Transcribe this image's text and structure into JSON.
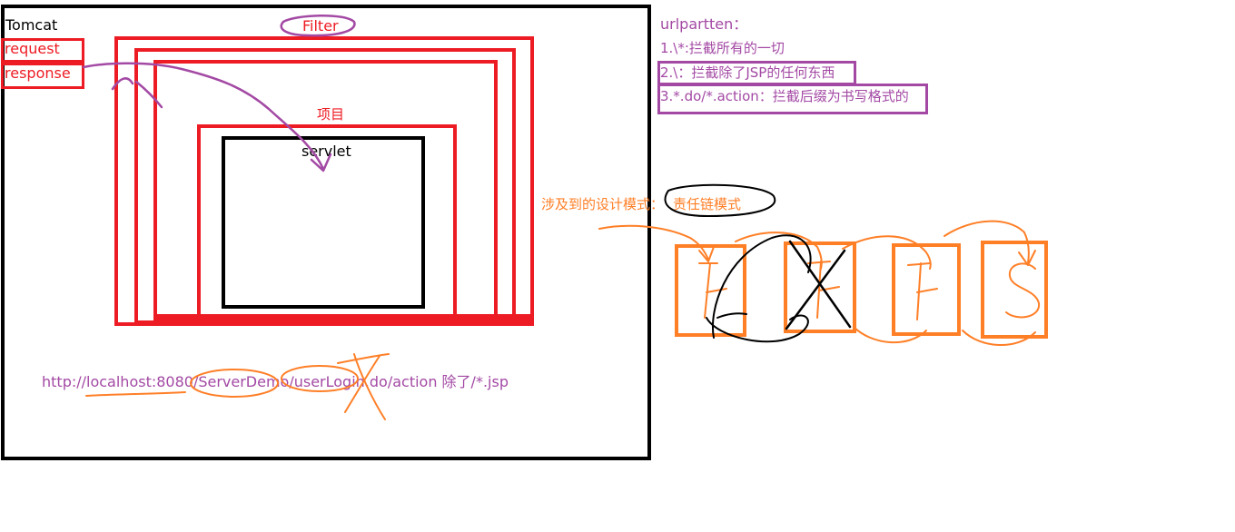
{
  "labels": {
    "tomcat": "Tomcat",
    "request": "request",
    "response": "response",
    "filter": "Filter",
    "project": "项目",
    "servlet": "servlet",
    "url": "http://localhost:8080/ServerDemo/userLogin.do/action 除了/*.jsp"
  },
  "urlpattern": {
    "title": "urlpartten：",
    "items": [
      "1.\\*:拦截所有的一切",
      "2.\\：拦截除了JSP的任何东西",
      "3.*.do/*.action：拦截后缀为书写格式的"
    ]
  },
  "design_pattern": {
    "label": "涉及到的设计模式：",
    "name": "责任链模式"
  },
  "chain": {
    "letters": [
      "F",
      "F",
      "F",
      "S"
    ]
  },
  "colors": {
    "red": "#ed1c24",
    "purple": "#a349a4",
    "orange": "#ff7f27",
    "black": "#000000"
  }
}
